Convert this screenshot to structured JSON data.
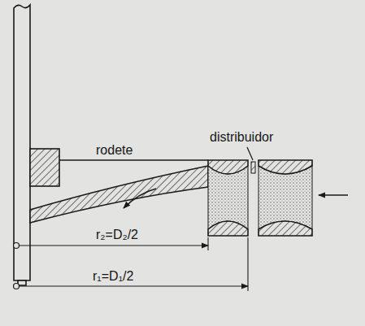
{
  "diagram": {
    "labels": [
      "distribuidor",
      "rodete",
      "r₂=D₂/2",
      "r₁=D₁/2"
    ]
  }
}
